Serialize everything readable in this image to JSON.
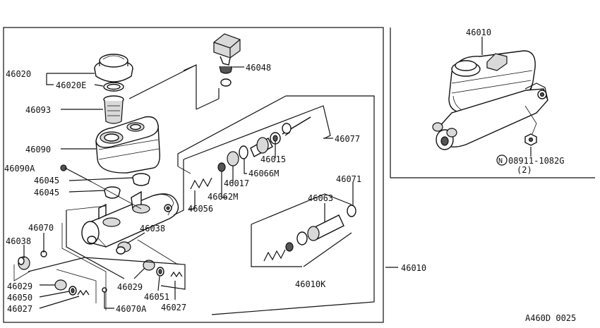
{
  "diagram": {
    "drawing_code": "A460D 0025",
    "callouts": [
      {
        "id": "c46020",
        "text": "46020"
      },
      {
        "id": "c46020E",
        "text": "46020E"
      },
      {
        "id": "c46093",
        "text": "46093"
      },
      {
        "id": "c46090",
        "text": "46090"
      },
      {
        "id": "c46090A",
        "text": "46090A"
      },
      {
        "id": "c46045a",
        "text": "46045"
      },
      {
        "id": "c46045b",
        "text": "46045"
      },
      {
        "id": "c46070",
        "text": "46070"
      },
      {
        "id": "c46038a",
        "text": "46038"
      },
      {
        "id": "c46038b",
        "text": "46038"
      },
      {
        "id": "c46029a",
        "text": "46029"
      },
      {
        "id": "c46029b",
        "text": "46029"
      },
      {
        "id": "c46050",
        "text": "46050"
      },
      {
        "id": "c46027a",
        "text": "46027"
      },
      {
        "id": "c46027b",
        "text": "46027"
      },
      {
        "id": "c46070A",
        "text": "46070A"
      },
      {
        "id": "c46051",
        "text": "46051"
      },
      {
        "id": "c46048",
        "text": "46048"
      },
      {
        "id": "c46077",
        "text": "46077"
      },
      {
        "id": "c46015",
        "text": "46015"
      },
      {
        "id": "c46017",
        "text": "46017"
      },
      {
        "id": "c46066M",
        "text": "46066M"
      },
      {
        "id": "c46062M",
        "text": "46062M"
      },
      {
        "id": "c46056",
        "text": "46056"
      },
      {
        "id": "c46071",
        "text": "46071"
      },
      {
        "id": "c46063",
        "text": "46063"
      },
      {
        "id": "c46010K",
        "text": "46010K"
      },
      {
        "id": "c46010main",
        "text": "46010"
      },
      {
        "id": "c46010inset",
        "text": "46010"
      },
      {
        "id": "c08911",
        "text": "08911-1082G"
      },
      {
        "id": "cqty",
        "text": "(2)"
      },
      {
        "id": "cN",
        "text": "N"
      }
    ]
  }
}
